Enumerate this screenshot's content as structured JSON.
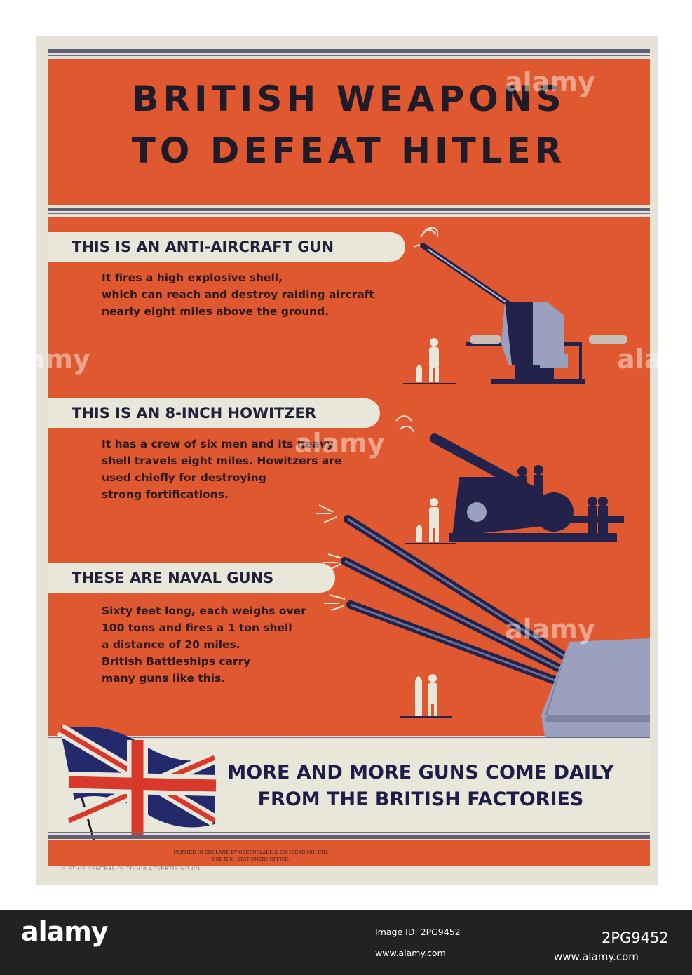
{
  "title": {
    "line1": "BRITISH WEAPONS",
    "line2": "TO DEFEAT HITLER"
  },
  "sections": [
    {
      "heading": "THIS IS AN ANTI-AIRCRAFT GUN",
      "lines": [
        "It fires a high explosive shell,",
        "which can reach and destroy raiding aircraft",
        "nearly eight miles above the ground."
      ]
    },
    {
      "heading": "THIS IS AN 8-INCH HOWITZER",
      "lines": [
        "It has a crew of six men and its heavy",
        "shell travels eight miles.  Howitzers are",
        "used chiefly for destroying",
        "strong fortifications."
      ]
    },
    {
      "heading": "THESE ARE NAVAL GUNS",
      "lines": [
        "Sixty feet long, each weighs over",
        "100 tons and fires a 1 ton shell",
        "a distance of 20 miles.",
        "British Battleships carry",
        "many guns like this."
      ]
    }
  ],
  "footer": {
    "slogan_line1": "MORE AND MORE GUNS COME DAILY",
    "slogan_line2": "FROM THE BRITISH FACTORIES",
    "imprint_line1": "PRINTED IN ENGLAND BY GREENSLADE & CO. (READING) LTD.",
    "imprint_line2": "FOR H.M. STATIONERY OFFICE.",
    "gift_line": "GIFT OF CENTRAL OUTDOOR ADVERTISING CO."
  },
  "stock": {
    "logo": "alamy",
    "line1": "Image ID: 2PG9452",
    "line2": "www.alamy.com",
    "image_id": "2PG9452",
    "url": "www.alamy.com",
    "watermark": "alamy"
  },
  "colors": {
    "orange": "#e0582f",
    "cream": "#e9e6da",
    "navy": "#22224a",
    "steel": "#9aa0bd",
    "flag_red": "#d8392b",
    "flag_blue": "#232a6b"
  },
  "icons": [
    "union-jack-flag-icon",
    "anti-aircraft-gun-icon",
    "howitzer-icon",
    "naval-guns-icon",
    "soldier-icon",
    "sailor-icon",
    "shell-icon"
  ]
}
